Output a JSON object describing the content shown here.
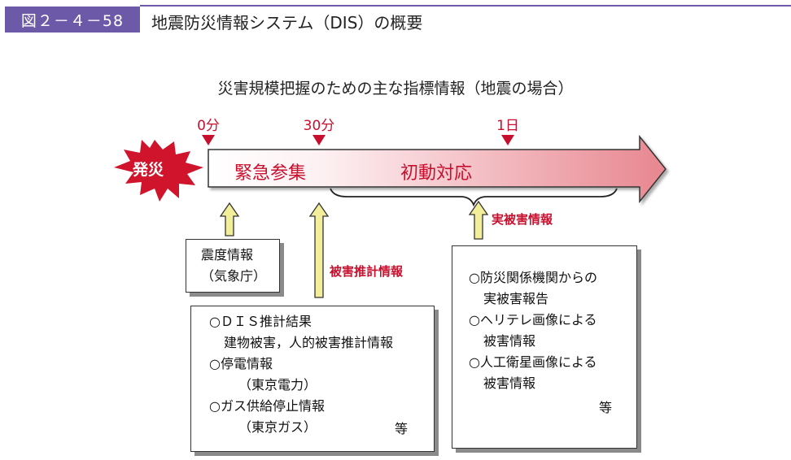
{
  "figure": {
    "number": "図２－４－58",
    "title": "地震防災情報システム（DIS）の概要"
  },
  "diagram": {
    "subtitle": "災害規模把握のための主な指標情報（地震の場合）",
    "timeline": {
      "markers": [
        "0分",
        "30分",
        "1日"
      ],
      "event": "発災",
      "phase1": "緊急参集",
      "phase2": "初動対応"
    },
    "left_box": {
      "lines": [
        "震度情報",
        "（気象庁）"
      ]
    },
    "arrow_label_middle": "被害推計情報",
    "middle_box": {
      "lines": [
        "○ＤＩＳ推計結果",
        "建物被害，人的被害推計情報",
        "○停電情報",
        "（東京電力）",
        "○ガス供給停止情報",
        "（東京ガス）"
      ],
      "etc": "等"
    },
    "arrow_label_right": "実被害情報",
    "right_box": {
      "lines": [
        "○防災関係機関からの",
        "実被害報告",
        "○ヘリテレ画像による",
        "被害情報",
        "○人工衛星画像による",
        "被害情報"
      ],
      "etc": "等"
    },
    "colors": {
      "accent_red": "#c8102e",
      "header_purple": "#6c5aa8",
      "arrow_yellow": "#f3ee9a"
    }
  }
}
